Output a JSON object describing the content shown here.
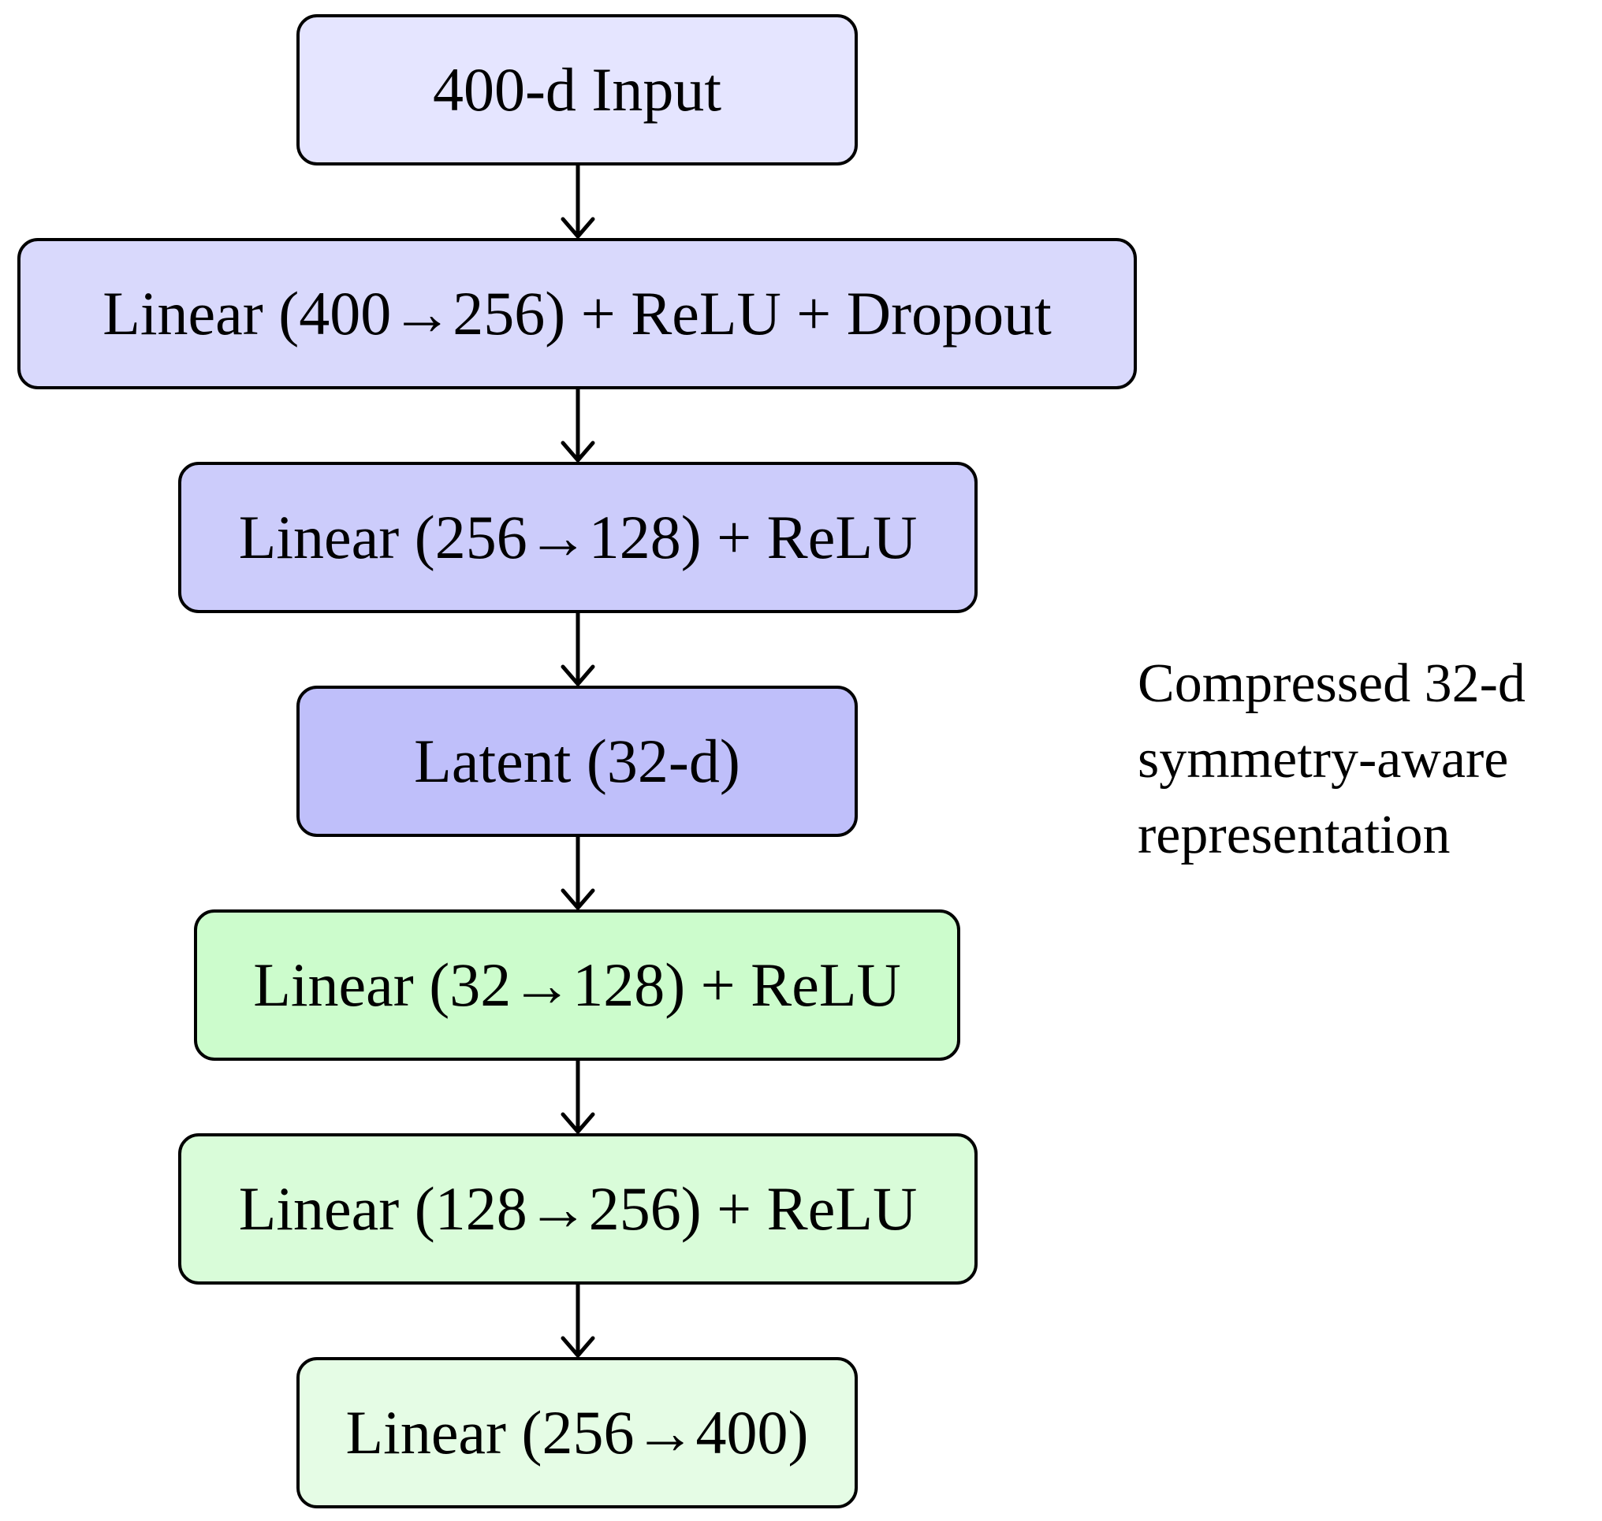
{
  "nodes": [
    {
      "id": "input",
      "label": "400-d Input",
      "fill": "#e5e5ff"
    },
    {
      "id": "enc1",
      "label": "Linear (400→256) + ReLU + Dropout",
      "fill": "#d9d9fc"
    },
    {
      "id": "enc2",
      "label": "Linear (256→128) + ReLU",
      "fill": "#ccccfb"
    },
    {
      "id": "latent",
      "label": "Latent (32-d)",
      "fill": "#bfbffa"
    },
    {
      "id": "dec1",
      "label": "Linear (32→128) + ReLU",
      "fill": "#ccfccc"
    },
    {
      "id": "dec2",
      "label": "Linear (128→256) + ReLU",
      "fill": "#d9fcd9"
    },
    {
      "id": "dec3",
      "label": "Linear (256→400)",
      "fill": "#e5fce5"
    }
  ],
  "edges": [
    {
      "from": "input",
      "to": "enc1"
    },
    {
      "from": "enc1",
      "to": "enc2"
    },
    {
      "from": "enc2",
      "to": "latent"
    },
    {
      "from": "latent",
      "to": "dec1"
    },
    {
      "from": "dec1",
      "to": "dec2"
    },
    {
      "from": "dec2",
      "to": "dec3"
    }
  ],
  "annotation": {
    "lines": [
      "Compressed 32-d",
      "symmetry-aware",
      "representation"
    ]
  }
}
